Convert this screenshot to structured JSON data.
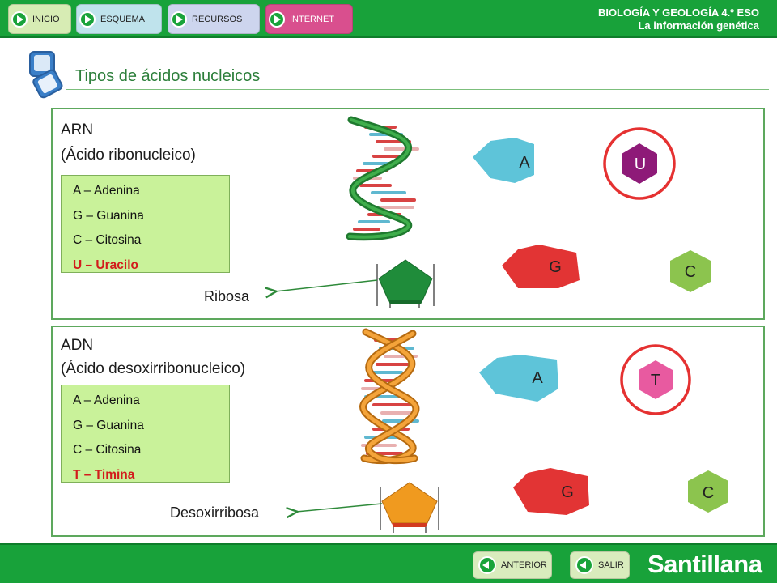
{
  "nav": {
    "inicio": "INICIO",
    "esquema": "ESQUEMA",
    "recursos": "RECURSOS",
    "internet": "INTERNET"
  },
  "header": {
    "subject": "BIOLOGÍA Y GEOLOGÍA 4.º ESO",
    "unit": "La información genética"
  },
  "page": {
    "title": "Tipos de ácidos nucleicos"
  },
  "arn": {
    "name": "ARN",
    "full_name": "(Ácido ribonucleico)",
    "bases": [
      "A – Adenina",
      "G – Guanina",
      "C – Citosina",
      "U – Uracilo"
    ],
    "sugar": "Ribosa",
    "molecules": {
      "a": "A",
      "u": "U",
      "g": "G",
      "c": "C"
    }
  },
  "adn": {
    "name": "ADN",
    "full_name": "(Ácido desoxirribonucleico)",
    "bases": [
      "A – Adenina",
      "G – Guanina",
      "C – Citosina",
      "T – Timina"
    ],
    "sugar": "Desoxirribosa",
    "molecules": {
      "a": "A",
      "t": "T",
      "g": "G",
      "c": "C"
    }
  },
  "footer": {
    "anterior": "ANTERIOR",
    "salir": "SALIR",
    "brand": "Santillana"
  },
  "colors": {
    "green_bar": "#18a23a",
    "adenine": "#5ec4d9",
    "uracil": "#8e1a78",
    "thymine": "#e85aa0",
    "guanine": "#e23434",
    "cytosine": "#8cc44e",
    "highlight_ring": "#e53131",
    "ribose": "#1f8c3a",
    "deoxyribose": "#f09a1f"
  }
}
